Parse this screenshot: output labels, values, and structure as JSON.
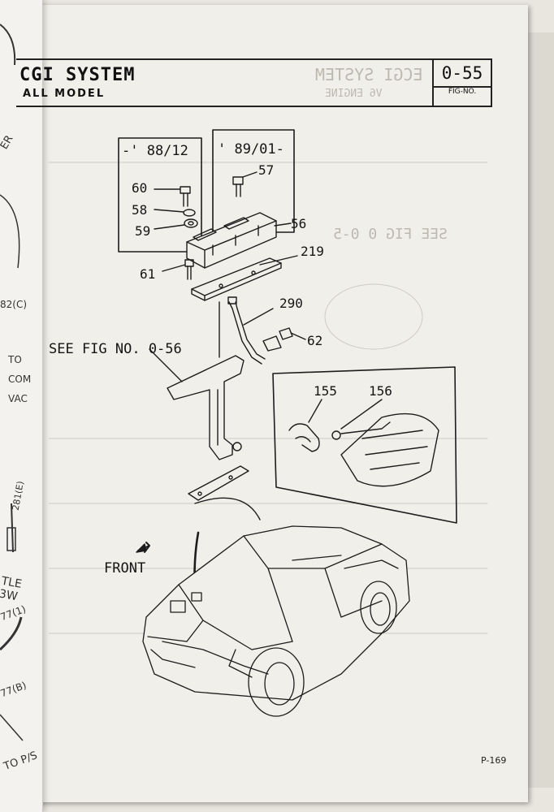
{
  "header": {
    "title": "CGI SYSTEM",
    "subtitle": "ALL MODEL",
    "fig_number": "0-55",
    "fig_label": "FIG-NO."
  },
  "ghost_text": {
    "mirror_title": "ECGI SYSTEM",
    "mirror_sub": "V6 ENGINE",
    "mirror_see_fig": "SEE FIG 0 0-5"
  },
  "inset_left": {
    "label": "-' 88/12"
  },
  "inset_right": {
    "label": "' 89/01-"
  },
  "parts": {
    "p60": "60",
    "p58": "58",
    "p59": "59",
    "p57": "57",
    "p56": "56",
    "p61": "61",
    "p219": "219",
    "p290": "290",
    "p62": "62",
    "p155": "155",
    "p156": "156"
  },
  "reference": {
    "see_fig": "SEE FIG NO. 0-56"
  },
  "direction": {
    "front": "FRONT"
  },
  "left_page": {
    "t1": "ER",
    "t2": "82(C)",
    "t3": "TO",
    "t4": "COM",
    "t5": "VAC",
    "t6": "281(E)",
    "t7": "TLE 3W",
    "t8": "77(1)",
    "t9": "77(B)",
    "t10": "TO P/S"
  },
  "footer": {
    "page": "P-169"
  }
}
